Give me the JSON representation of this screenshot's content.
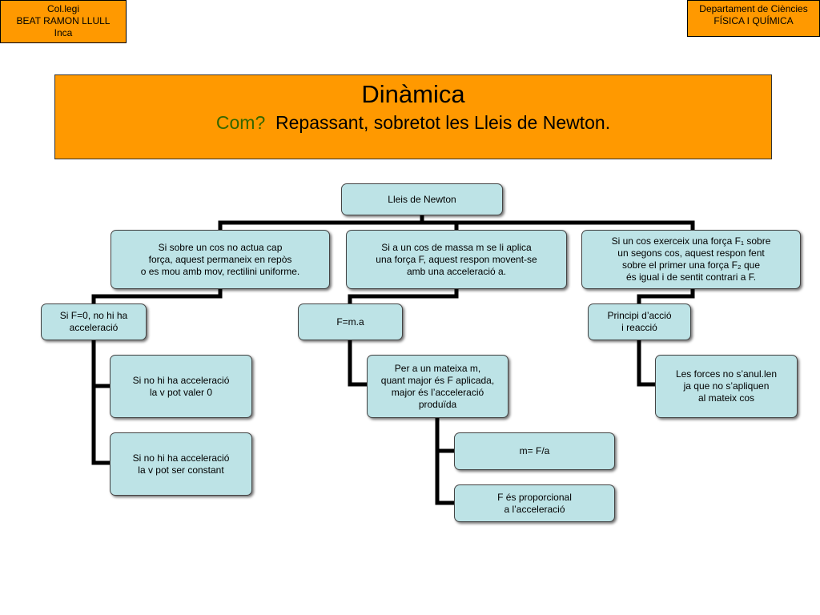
{
  "header": {
    "school": [
      "Col.legi",
      "BEAT RAMON LLULL",
      "Inca"
    ],
    "department": [
      "Departament de Ciències",
      "FÍSICA I QUÍMICA"
    ]
  },
  "title": {
    "main": "Dinàmica",
    "question": "Com?",
    "subtitle": "Repassant, sobretot les Lleis de Newton."
  },
  "nodes": {
    "root": [
      "Lleis de Newton"
    ],
    "law1": [
      "Si sobre un cos no actua cap",
      "força, aquest permaneix en repòs",
      "o es mou amb mov, rectilini uniforme."
    ],
    "law2": [
      "Si a un cos de massa m se li aplica",
      "una força F, aquest respon movent-se",
      "amb una acceleració a."
    ],
    "law3": [
      "Si un cos exerceix una força F₁ sobre",
      "un segons cos, aquest respon fent",
      "sobre el primer una força F₂ que",
      "és igual i de sentit contrari a F."
    ],
    "f0": [
      "Si F=0, no hi ha",
      "acceleració"
    ],
    "v0": [
      "Si no hi ha acceleració",
      "la v pot valer 0"
    ],
    "vconst": [
      "Si no hi ha acceleració",
      "la v pot ser constant"
    ],
    "fma": [
      "F=m.a"
    ],
    "mass": [
      "Per a un mateixa m,",
      "quant major és F aplicada,",
      "major és l’acceleració",
      "produïda"
    ],
    "mfa": [
      "m= F/a"
    ],
    "prop": [
      "F és proporcional",
      "a l’acceleració"
    ],
    "action": [
      "Principi d’acció",
      "i reacció"
    ],
    "forces": [
      "Les forces no s’anul.len",
      "ja que no s’apliquen",
      "al mateix cos"
    ]
  },
  "colors": {
    "banner": "#ff9900",
    "node_fill": "#bde3e6",
    "connector": "#000000",
    "question": "#336600"
  }
}
